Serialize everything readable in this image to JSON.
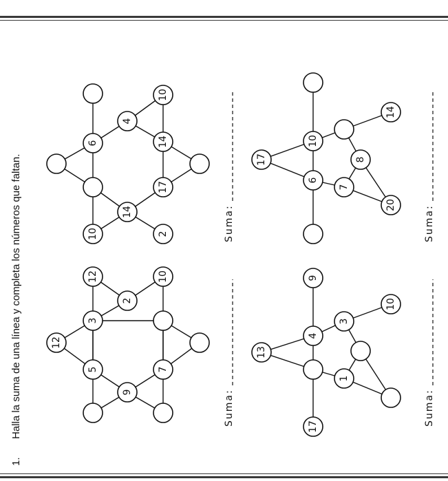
{
  "exercise": {
    "number": "1.",
    "instruction": "Halla la suma de una línea y completa los números que faltan."
  },
  "sum_label": "Suma:",
  "puzzles": [
    {
      "name": "star-hexagon-left",
      "nodes": [
        "12",
        "12",
        "5",
        "3",
        "2",
        "10",
        "9",
        "",
        "7",
        "",
        "",
        "",
        ""
      ]
    },
    {
      "name": "star-hexagon-right",
      "nodes": [
        "",
        "",
        "6",
        "",
        "4",
        "10",
        "14",
        "14",
        "17",
        "2",
        "",
        "10",
        ""
      ]
    },
    {
      "name": "pentagram-left",
      "nodes": [
        "9",
        "13",
        "4",
        "3",
        "10",
        "",
        "",
        "1",
        "",
        "17",
        ""
      ]
    },
    {
      "name": "pentagram-right",
      "nodes": [
        "17",
        "10",
        "",
        "14",
        "8",
        "6",
        "7",
        "20",
        "",
        "",
        ""
      ]
    }
  ]
}
